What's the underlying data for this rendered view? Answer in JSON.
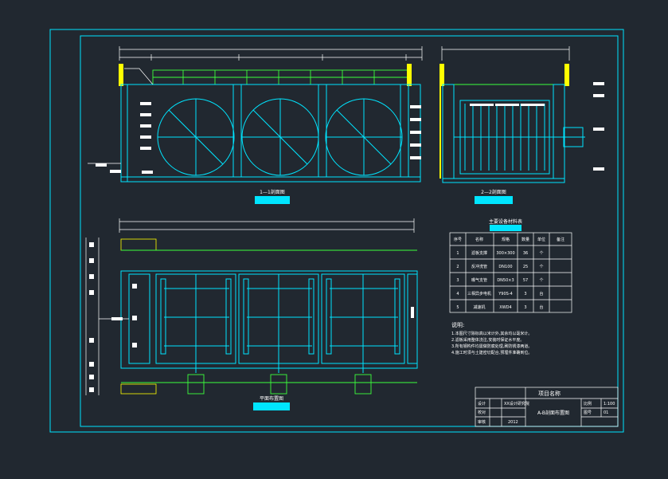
{
  "title_block": {
    "project_label": "项目名称",
    "drawing_title": "A-B剖面布置图",
    "scale_label": "比例",
    "scale_value": "1:100",
    "sheet_label": "图号",
    "sheet_value": "01",
    "designer_label": "设计",
    "checker_label": "校对",
    "approver_label": "审核",
    "company": "XX设计研究院",
    "date_value": "2012"
  },
  "views": {
    "section_a": "1—1剖面图",
    "section_b": "2—2剖面图",
    "plan": "平面布置图"
  },
  "material_table": {
    "title": "主要设备材料表",
    "headers": [
      "序号",
      "名称",
      "规格",
      "数量",
      "单位",
      "备注"
    ],
    "rows": [
      [
        "1",
        "滤板支撑",
        "300×300",
        "36",
        "个",
        ""
      ],
      [
        "2",
        "反冲洗管",
        "DN100",
        "25",
        "个",
        ""
      ],
      [
        "3",
        "曝气支管",
        "DN50×3",
        "57",
        "个",
        ""
      ],
      [
        "4",
        "三相异步电机",
        "Y90S-4",
        "3",
        "台",
        ""
      ],
      [
        "5",
        "减速机",
        "XWD4",
        "3",
        "台",
        ""
      ]
    ]
  },
  "notes": {
    "heading": "说明:",
    "lines": [
      "1.本图尺寸除标高以米计外,其余均以毫米计。",
      "2.滤板采用整体浇注,安装时保证水平度。",
      "3.所有钢构件均需做防腐处理,刷防锈漆两道。",
      "4.施工时须与土建密切配合,预埋件准确到位。"
    ]
  },
  "colors": {
    "background": "#212830",
    "line_primary": "#00e5ff",
    "line_secondary": "#ffffff",
    "line_green": "#3cff3c",
    "accent_yellow": "#ffff00",
    "label_tag": "#00e5ff"
  }
}
